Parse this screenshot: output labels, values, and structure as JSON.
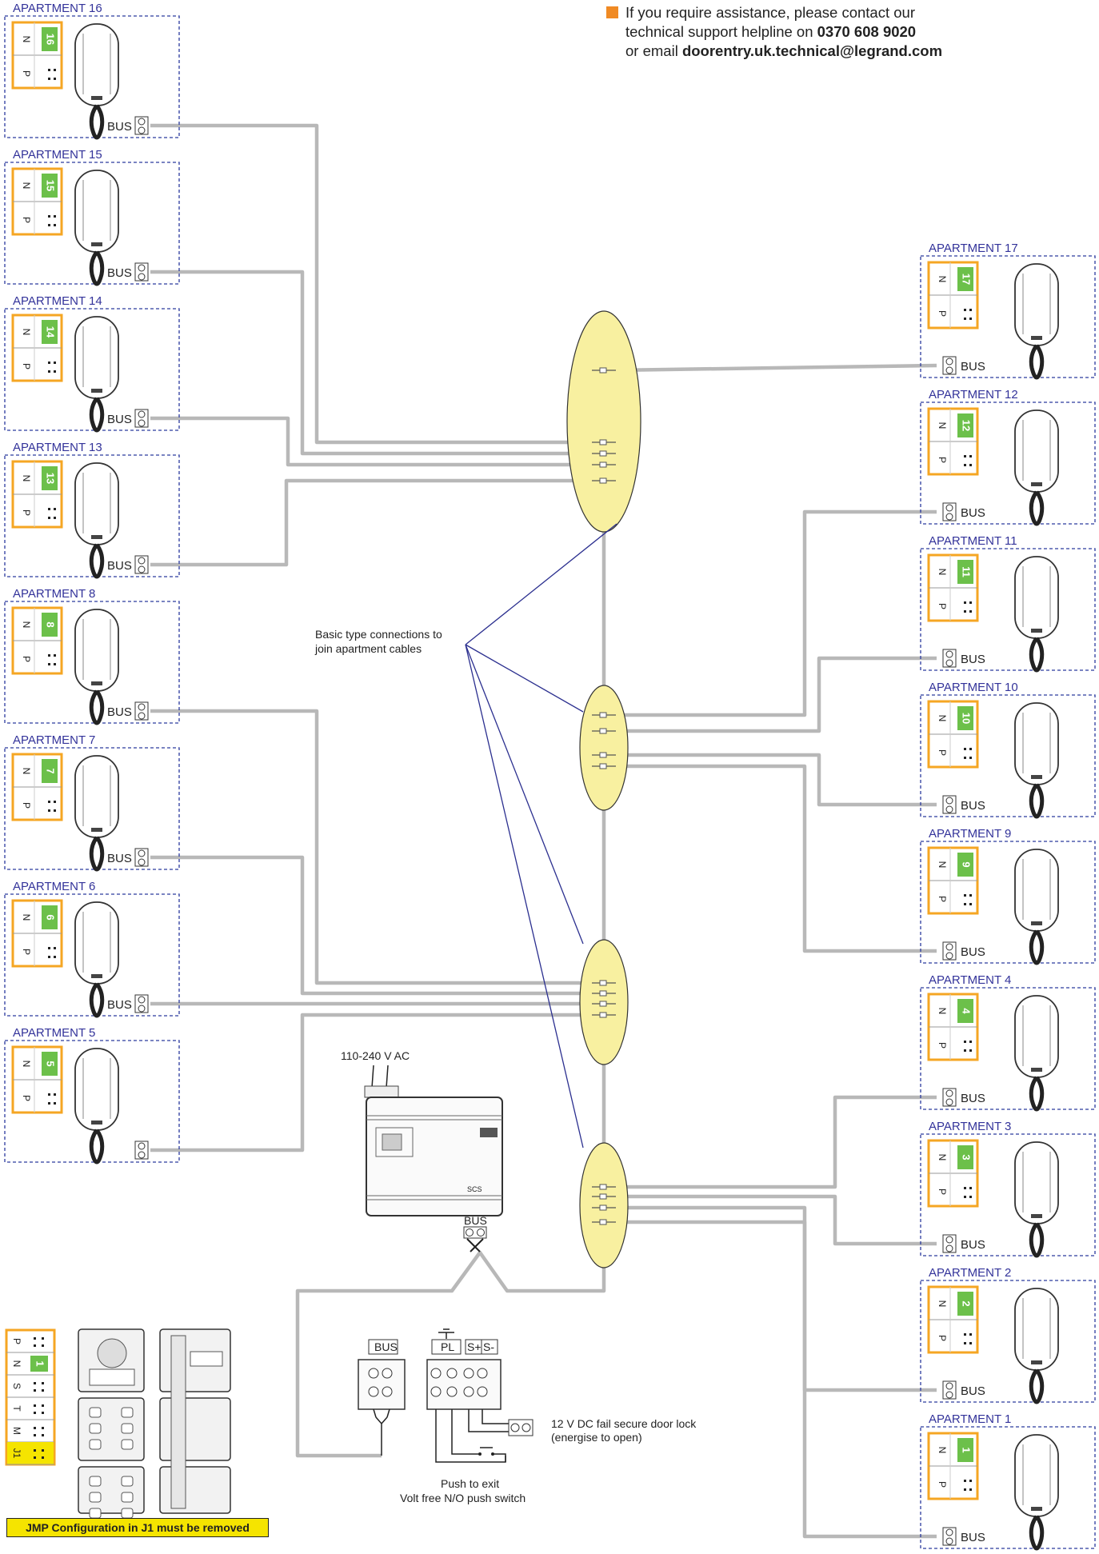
{
  "help": {
    "line1": "If you require assistance, please contact our",
    "line2_pre": "technical support helpline on ",
    "phone": "0370 608 9020",
    "line3_pre": "or email ",
    "email": "doorentry.uk.technical@legrand.com"
  },
  "left_apartments": [
    {
      "title": "APARTMENT 16",
      "number": "16",
      "bus": "BUS"
    },
    {
      "title": "APARTMENT 15",
      "number": "15",
      "bus": "BUS"
    },
    {
      "title": "APARTMENT 14",
      "number": "14",
      "bus": "BUS"
    },
    {
      "title": "APARTMENT 13",
      "number": "13",
      "bus": "BUS"
    },
    {
      "title": "APARTMENT 8",
      "number": "8",
      "bus": "BUS"
    },
    {
      "title": "APARTMENT 7",
      "number": "7",
      "bus": "BUS"
    },
    {
      "title": "APARTMENT 6",
      "number": "6",
      "bus": "BUS"
    },
    {
      "title": "APARTMENT 5",
      "number": "5",
      "bus": ""
    }
  ],
  "right_apartments": [
    {
      "title": "APARTMENT 17",
      "number": "17",
      "bus": "BUS"
    },
    {
      "title": "APARTMENT 12",
      "number": "12",
      "bus": "BUS"
    },
    {
      "title": "APARTMENT 11",
      "number": "11",
      "bus": "BUS"
    },
    {
      "title": "APARTMENT 10",
      "number": "10",
      "bus": "BUS"
    },
    {
      "title": "APARTMENT 9",
      "number": "9",
      "bus": "BUS"
    },
    {
      "title": "APARTMENT 4",
      "number": "4",
      "bus": "BUS"
    },
    {
      "title": "APARTMENT 3",
      "number": "3",
      "bus": "BUS"
    },
    {
      "title": "APARTMENT 2",
      "number": "2",
      "bus": "BUS"
    },
    {
      "title": "APARTMENT 1",
      "number": "1",
      "bus": "BUS"
    }
  ],
  "np_labels": {
    "n": "N",
    "p": "P"
  },
  "connections_note": {
    "line1": "Basic type connections to",
    "line2": "join apartment cables"
  },
  "power": {
    "label": "110-240 V AC",
    "bus": "BUS",
    "scs": "SCS"
  },
  "panel_terminals": {
    "bus": "BUS",
    "pl": "PL",
    "s_plus": "S+",
    "s_minus": "S-"
  },
  "door_lock": {
    "line1": "12 V DC fail secure door lock",
    "line2": "(energise to open)"
  },
  "exit_switch": {
    "line1": "Push to exit",
    "line2": "Volt free N/O push switch"
  },
  "panel_config": {
    "rows": [
      "P",
      "N",
      "S",
      "T",
      "M",
      "J1"
    ],
    "n_value": "1"
  },
  "jmp_warning": "JMP Configuration in J1 must be removed",
  "colors": {
    "wire": "#b8b8b8",
    "junction": "#f8f0a0",
    "frame": "#2b3a9e",
    "title": "#33339a",
    "badge": "#6cc04a",
    "card": "#f5a623",
    "accent": "#f08a24"
  }
}
